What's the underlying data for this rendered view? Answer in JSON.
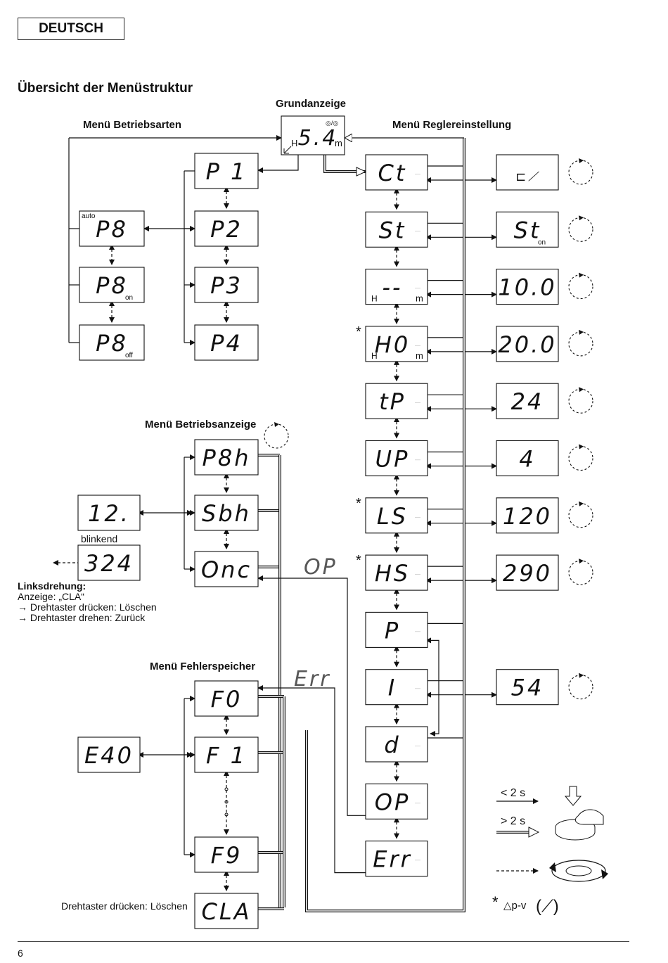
{
  "header": {
    "language": "DEUTSCH"
  },
  "title": "Übersicht der Menüstruktur",
  "sections": {
    "grundanzeige": "Grundanzeige",
    "betriebsarten": "Menü Betriebsarten",
    "reglereinstellung": "Menü Reglereinstellung",
    "betriebsanzeige": "Menü Betriebsanzeige",
    "fehlerspeicher": "Menü Fehlerspeicher"
  },
  "grundanzeige_display": {
    "value": "5.4",
    "unit": "m",
    "mode": "H",
    "icons": "◎/◎"
  },
  "betriebsarten": {
    "p_items": [
      "P 1",
      "P2",
      "P3",
      "P4"
    ],
    "pump_items": [
      {
        "value": "P8",
        "top_label": "auto",
        "sub_label": ""
      },
      {
        "value": "P8",
        "top_label": "",
        "sub_label": "on"
      },
      {
        "value": "P8",
        "top_label": "",
        "sub_label": "off"
      }
    ]
  },
  "reglereinstellung": {
    "items": [
      {
        "value": "Ct",
        "star": "",
        "prefix": "",
        "unit": "",
        "result": "⊏⟋",
        "result_sub": ""
      },
      {
        "value": "St",
        "star": "",
        "prefix": "",
        "unit": "",
        "result": "St",
        "result_sub": "on"
      },
      {
        "value": "--",
        "star": "",
        "prefix": "H",
        "unit": "m",
        "result": "10.0",
        "result_sub": ""
      },
      {
        "value": "H0",
        "star": "*",
        "prefix": "H",
        "unit": "m",
        "result": "20.0",
        "result_sub": ""
      },
      {
        "value": "tP",
        "star": "",
        "prefix": "",
        "unit": "",
        "result": "24",
        "result_sub": ""
      },
      {
        "value": "UP",
        "star": "",
        "prefix": "",
        "unit": "",
        "result": "4",
        "result_sub": ""
      },
      {
        "value": "LS",
        "star": "*",
        "prefix": "",
        "unit": "",
        "result": "120",
        "result_sub": ""
      },
      {
        "value": "HS",
        "star": "*",
        "prefix": "",
        "unit": "",
        "result": "290",
        "result_sub": ""
      },
      {
        "value": "P",
        "star": "",
        "prefix": "",
        "unit": "",
        "result": "",
        "result_sub": ""
      },
      {
        "value": "I",
        "star": "",
        "prefix": "",
        "unit": "",
        "result": "54",
        "result_sub": ""
      },
      {
        "value": "d",
        "star": "",
        "prefix": "",
        "unit": "",
        "result": "",
        "result_sub": ""
      },
      {
        "value": "OP",
        "star": "",
        "prefix": "",
        "unit": "",
        "result": "",
        "result_sub": ""
      },
      {
        "value": "Err",
        "star": "",
        "prefix": "",
        "unit": "",
        "result": "",
        "result_sub": ""
      }
    ]
  },
  "betriebsanzeige": {
    "items": [
      "P8h",
      "Sbh",
      "Onc"
    ],
    "value_display": "12.",
    "blink_label": "blinkend",
    "blink_display": "324",
    "op_label": "OP"
  },
  "linksdrehung": {
    "title": "Linksdrehung:",
    "line1": "Anzeige: „CLA“",
    "line2": "→ Drehtaster drücken: Löschen",
    "line3": "→ Drehtaster drehen:   Zurück"
  },
  "fehlerspeicher": {
    "items": [
      "F0",
      "F 1",
      "F9",
      "CLA"
    ],
    "err_label": "Err",
    "error_display": "E40",
    "clear_label": "Drehtaster drücken: Löschen"
  },
  "legend": {
    "short_press": "< 2 s",
    "long_press": "> 2 s",
    "star_note": "* ",
    "dp_label": "△p-v",
    "dp_symbol": "(⟋)"
  },
  "page_number": "6"
}
